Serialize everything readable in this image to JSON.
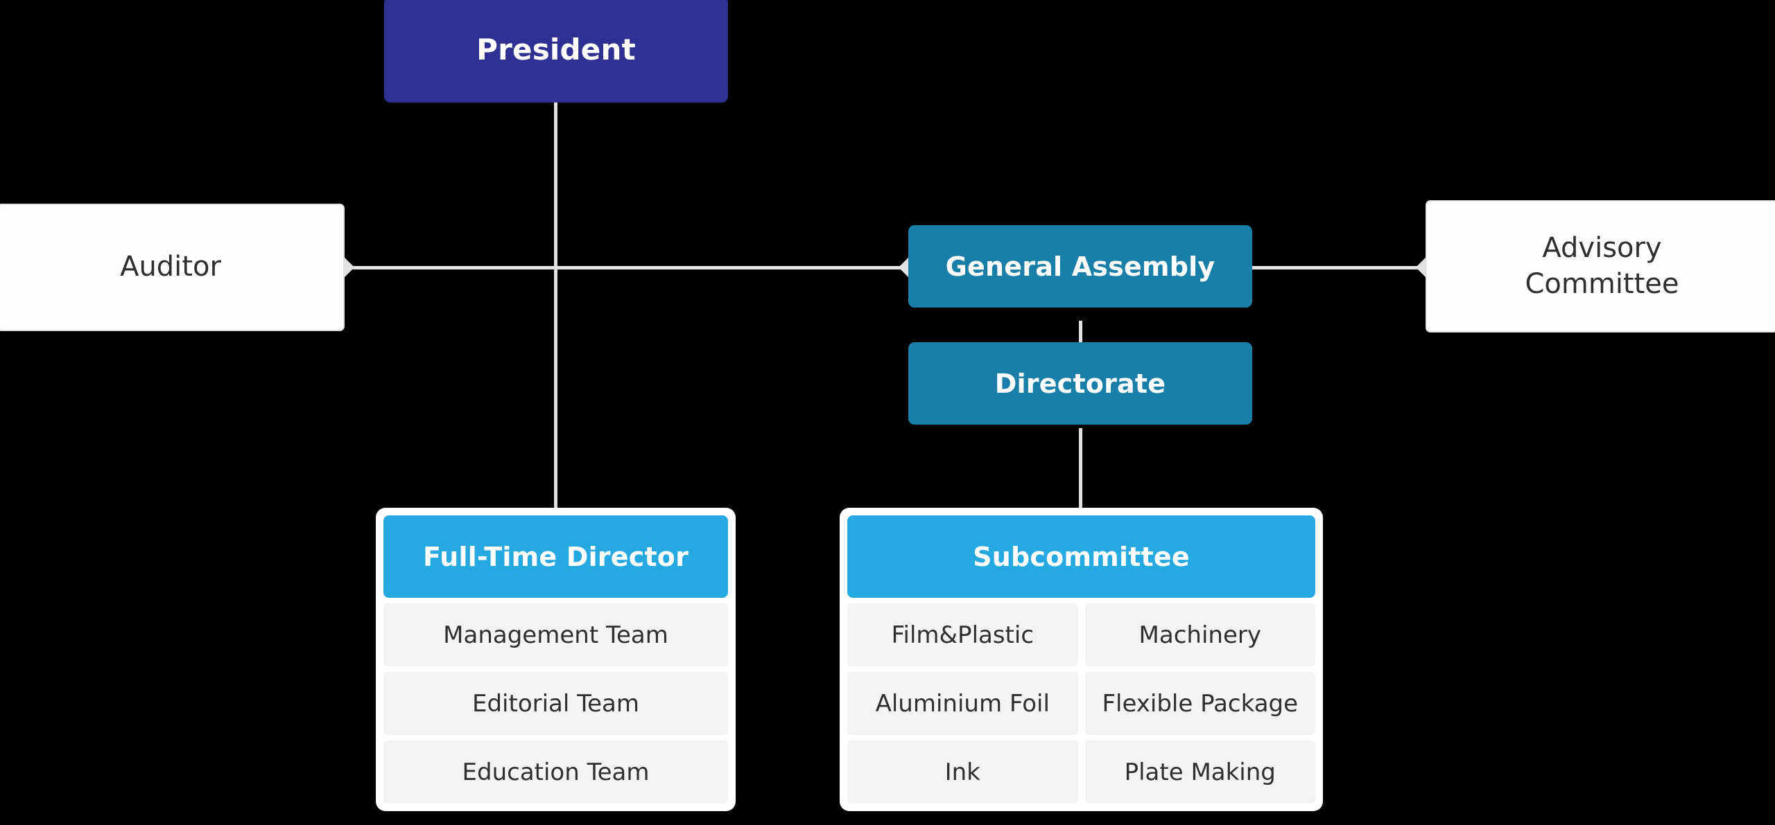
{
  "colors": {
    "background": "#000000",
    "president": "#2E3192",
    "assembly": "#1A7FA8",
    "card_header": "#26A9E0",
    "plain_box": "#FDFDFD",
    "card_item": "#F3F3F3",
    "connector": "#E2E2E2",
    "text_dark": "#2F2F2F",
    "text_light": "#FFFFFF"
  },
  "org_chart": {
    "type": "organizational-hierarchy",
    "nodes": {
      "president": {
        "label": "President"
      },
      "auditor": {
        "label": "Auditor"
      },
      "general_assembly": {
        "label": "General Assembly"
      },
      "advisory_committee": {
        "label": "Advisory\nCommittee",
        "line1": "Advisory",
        "line2": "Committee"
      },
      "directorate": {
        "label": "Directorate"
      }
    },
    "groups": [
      {
        "id": "full-time-director",
        "header": "Full-Time Director",
        "columns": 1,
        "items": [
          "Management Team",
          "Editorial Team",
          "Education Team"
        ]
      },
      {
        "id": "subcommittee",
        "header": "Subcommittee",
        "columns": 2,
        "items": [
          "Film&Plastic",
          "Machinery",
          "Aluminium Foil",
          "Flexible Package",
          "Ink",
          "Plate Making"
        ]
      }
    ],
    "connections": [
      {
        "from": "president",
        "to": "junction"
      },
      {
        "from": "auditor",
        "to": "junction"
      },
      {
        "from": "junction",
        "to": "general_assembly"
      },
      {
        "from": "general_assembly",
        "to": "advisory_committee"
      },
      {
        "from": "general_assembly",
        "to": "directorate"
      },
      {
        "from": "junction",
        "to": "full-time-director"
      },
      {
        "from": "directorate",
        "to": "subcommittee"
      }
    ]
  }
}
